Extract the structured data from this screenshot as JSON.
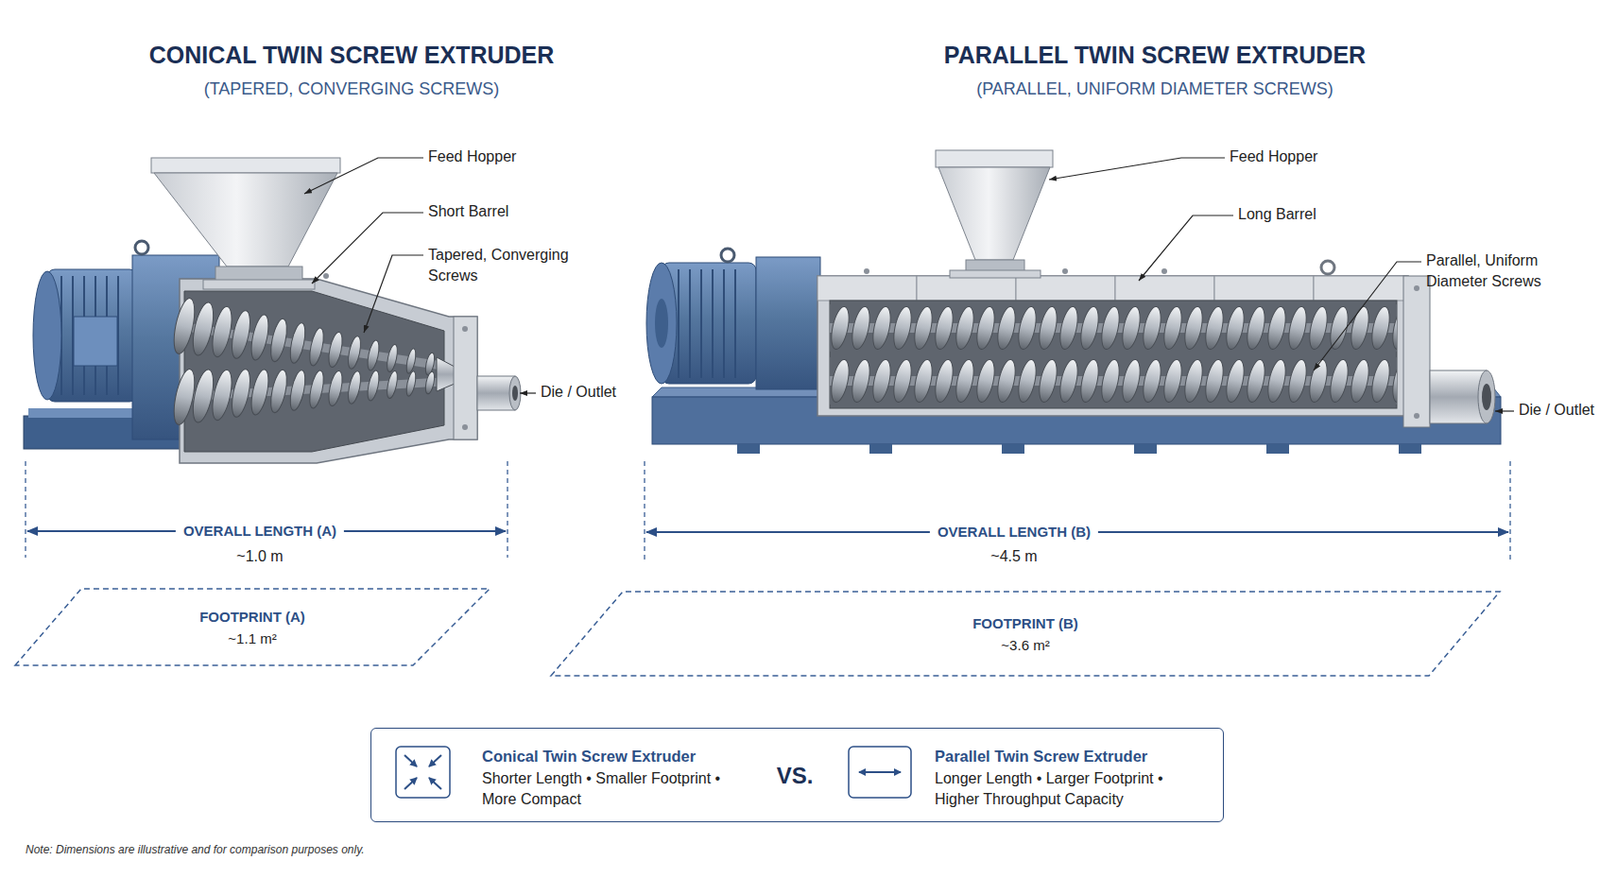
{
  "diagram": {
    "nodes": [
      {
        "text": [
          "FOOTPRINT (A)",
          "~1.1 m²"
        ]
      },
      {
        "text": [
          "FOOTPRINT (B)",
          "~3.6 m²"
        ]
      },
      {
        "text": [
          "VS."
        ]
      },
      {
        "text": [
          "Conical Twin Screw Extruder",
          "Shorter Length • Smaller Footprint • More Compact"
        ],
        "in": 2
      },
      {
        "text": [
          "Parallel Twin Screw Extruder",
          "Longer Length • Larger Footprint • Higher Throughput Capacity"
        ],
        "in": 2
      }
    ],
    "labels": [
      "CONICAL TWIN SCREW EXTRUDER",
      "(TAPERED, CONVERGING SCREWS)",
      "PARALLEL TWIN SCREW EXTRUDER",
      "(PARALLEL, UNIFORM DIAMETER SCREWS)",
      "Feed Hopper",
      "Short Barrel",
      "Tapered, Converging Screws",
      "Die / Outlet",
      "Feed Hopper",
      "Long Barrel",
      "Parallel, Uniform Diameter Screws",
      "Die / Outlet",
      "OVERALL LENGTH (A)",
      "~1.0 m",
      "OVERALL LENGTH (B)",
      "~4.5 m",
      "Note: Dimensions are illustrative and for comparison purposes only."
    ]
  }
}
